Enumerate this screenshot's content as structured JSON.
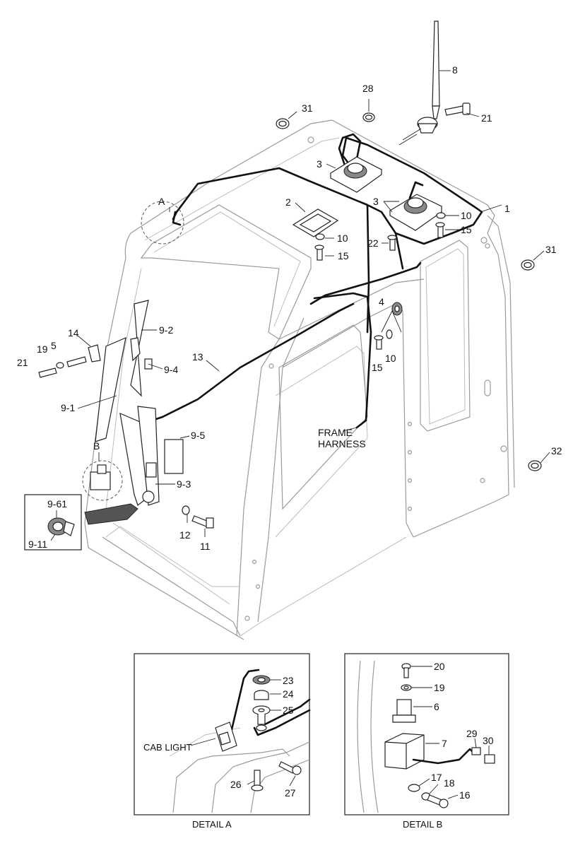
{
  "callouts": {
    "detail_a_marker": "A",
    "detail_b_marker": "B",
    "p1": "1",
    "p2": "2",
    "p3a": "3",
    "p3b": "3",
    "p4": "4",
    "p5": "5",
    "p8": "8",
    "p10a": "10",
    "p10b": "10",
    "p10c": "10",
    "p11": "11",
    "p12": "12",
    "p13": "13",
    "p14": "14",
    "p15a": "15",
    "p15b": "15",
    "p15c": "15",
    "p19": "19",
    "p21a": "21",
    "p21b": "21",
    "p22": "22",
    "p28": "28",
    "p31a": "31",
    "p31b": "31",
    "p32": "32",
    "p9_1": "9-1",
    "p9_2": "9-2",
    "p9_3": "9-3",
    "p9_4": "9-4",
    "p9_5": "9-5",
    "p9_61": "9-61",
    "p9_11": "9-11",
    "frame_harness_1": "FRAME",
    "frame_harness_2": "HARNESS"
  },
  "detail_a": {
    "caption": "DETAIL A",
    "cab_light": "CAB LIGHT",
    "p23": "23",
    "p24": "24",
    "p25": "25",
    "p26": "26",
    "p27": "27"
  },
  "detail_b": {
    "caption": "DETAIL B",
    "p6": "6",
    "p7": "7",
    "p16": "16",
    "p17": "17",
    "p18": "18",
    "p19": "19",
    "p20": "20",
    "p29": "29",
    "p30": "30"
  }
}
